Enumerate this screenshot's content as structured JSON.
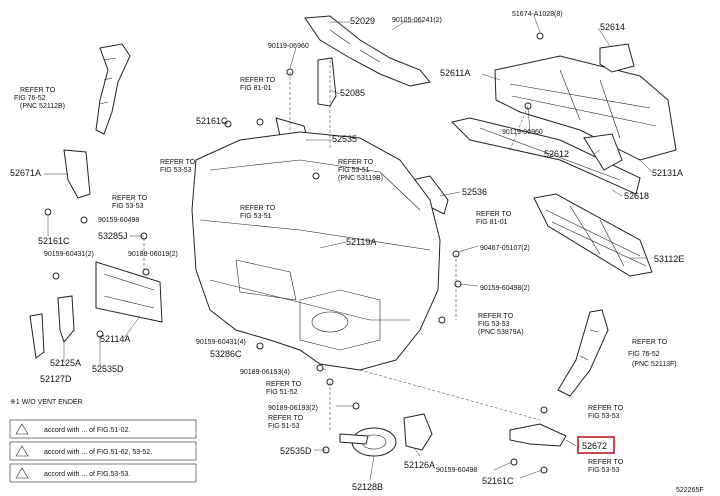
{
  "diagram_code": "522265F",
  "highlight_color": "#c0182a",
  "parts": {
    "p52029": "52029",
    "p90105": "90105-06241(2)",
    "p51674": "51674-A1028(8)",
    "p52614": "52614",
    "p90119a": "90119-06960",
    "p52085": "52085",
    "p52611A": "52611A",
    "p90119b": "90119-06960",
    "p52161Ca": "52161C",
    "p52535": "52535",
    "p52612": "52612",
    "p52131A": "52131A",
    "p52671A": "52671A",
    "p90159a": "90159-60498",
    "p52536": "52536",
    "p52618": "52618",
    "p52161Cb": "52161C",
    "p53285J": "53285J",
    "p52119A": "52119A",
    "p90467": "90467-05107(2)",
    "p53112E": "53112E",
    "p90159b": "90159-60431(2)",
    "p90189a": "90189-06019(2)",
    "p90159c": "90159-60498(2)",
    "p52114A": "52114A",
    "p90159d": "90159-60431(4)",
    "p53286C": "53286C",
    "p52125A": "52125A",
    "p52535D": "52535D",
    "p52127D": "52127D",
    "p90189b": "90189-06153(4)",
    "p90189c": "90189-06193(2)",
    "p52535Db": "52535D",
    "p52126A": "52126A",
    "p52672": "52672",
    "p90159e": "90159-60498",
    "p52161Cc": "52161C",
    "p52128B": "52128B"
  },
  "refs": {
    "r1_a": "REFER TO",
    "r1_b": "FIG 76-52",
    "r1_c": "(PNC 52112B)",
    "r2_a": "REFER TO",
    "r2_b": "FIG 81-01",
    "r3_a": "REFER TO",
    "r3_b": "FIG 53-53",
    "r4_a": "REFER TO",
    "r4_b": "FIG 53-53",
    "r5_a": "REFER TO",
    "r5_b": "FIG 53-51",
    "r5_c": "(PNC 53119B)",
    "r6_a": "REFER TO",
    "r6_b": "FIG 53-51",
    "r7_a": "REFER TO",
    "r7_b": "FIG 81-01",
    "r8_a": "REFER TO",
    "r8_b": "FIG 53-53",
    "r8_c": "(PNC 53879A)",
    "r9_a": "REFER TO",
    "r9_b": "FIG 76-52",
    "r9_c": "(PNC 52113F)",
    "r10_a": "REFER TO",
    "r10_b": "FIG 51-52",
    "r11_a": "REFER TO",
    "r11_b": "FIG 51-53",
    "r12_a": "REFER TO",
    "r12_b": "FIG 53-53",
    "r13_a": "REFER TO",
    "r13_b": "FIG 53-53"
  },
  "legend": {
    "title": "※1 W/O VENT ENDER",
    "row1": "accord with ... of FIG.51-02.",
    "row2": "accord with ... of FIG.51-62, 53-52.",
    "row3": "accord with ... of FIG.53-53."
  }
}
